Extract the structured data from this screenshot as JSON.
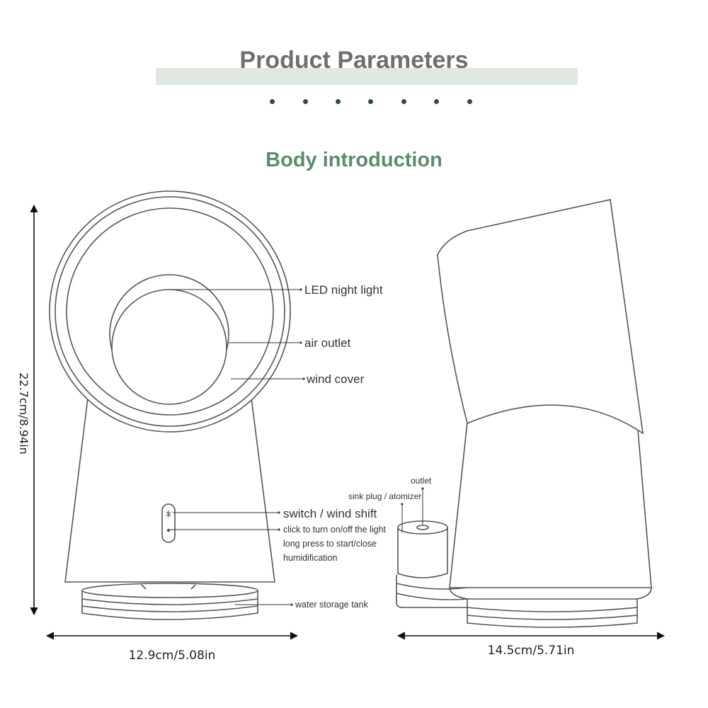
{
  "header": {
    "title": "Product Parameters",
    "section_title": "Body introduction"
  },
  "labels": {
    "led_night_light": "LED night light",
    "air_outlet": "air outlet",
    "wind_cover": "wind cover",
    "switch_wind_shift": "switch / wind shift",
    "instruction_line1": "click to turn on/off the light",
    "instruction_line2": "long press to start/close",
    "instruction_line3": "humidification",
    "water_storage_tank": "water storage tank",
    "outlet": "outlet",
    "sink_plug_atomizer": "sink plug / atomizer"
  },
  "dimensions": {
    "height": "22.7cm/8.94in",
    "front_width": "12.9cm/5.08in",
    "side_width": "14.5cm/5.71in"
  },
  "icons": [
    "fan-icon",
    "light-dot-icon"
  ],
  "colors": {
    "title_text": "#6f6f6f",
    "title_band": "#dfe8e1",
    "section_title": "#5f8a6e",
    "dots": "#2f4f3a",
    "line_art": "#555555"
  }
}
